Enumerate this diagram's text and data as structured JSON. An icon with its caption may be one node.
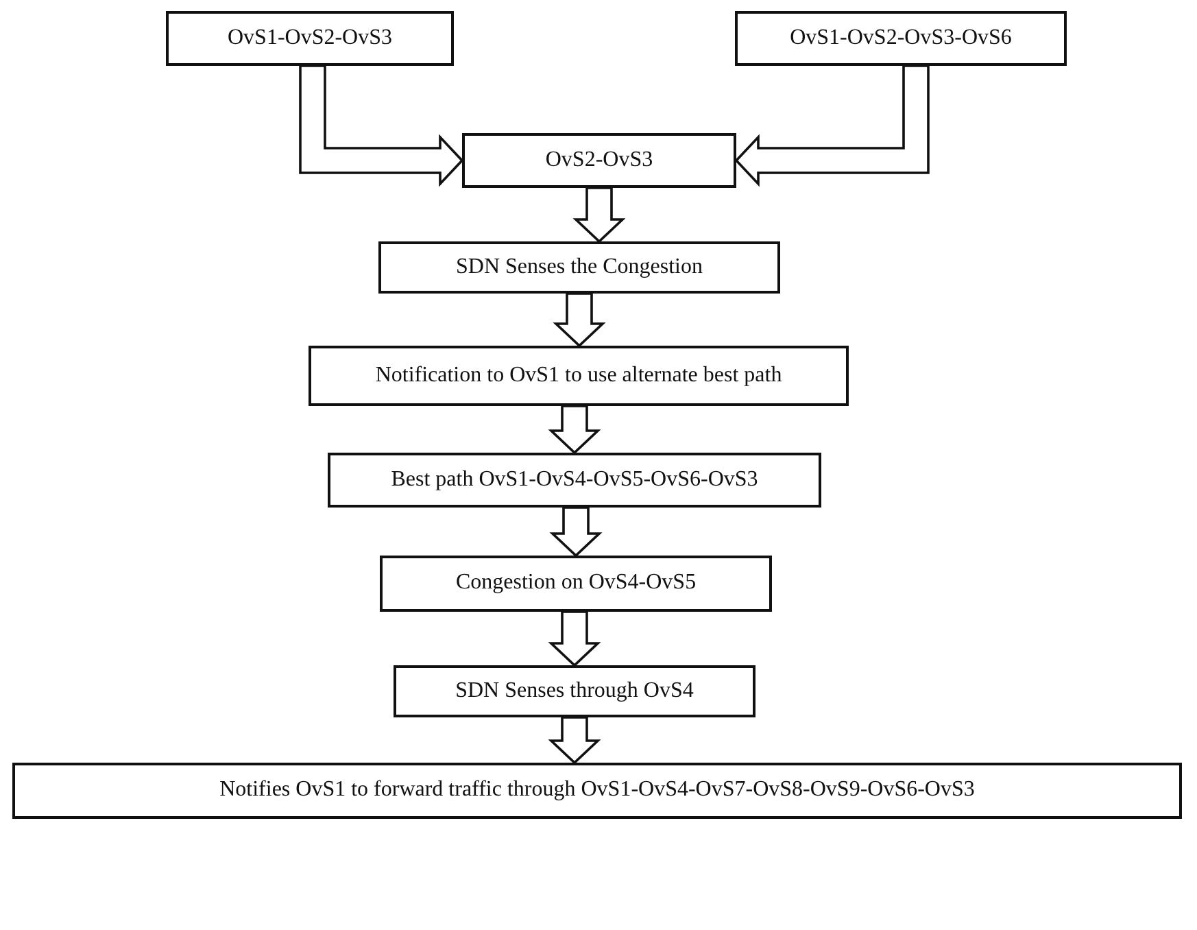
{
  "diagram": {
    "nodes": [
      {
        "text": [
          "OvS1-OvS2-OvS3"
        ]
      },
      {
        "text": [
          "OvS1-OvS2-OvS3-OvS6"
        ]
      },
      {
        "text": [
          "OvS2-OvS3"
        ]
      },
      {
        "text": [
          "SDN Senses the Congestion"
        ]
      },
      {
        "text": [
          "Notification to OvS1 to use alternate best path"
        ]
      },
      {
        "text": [
          "Best path OvS1-OvS4-OvS5-OvS6-OvS3"
        ]
      },
      {
        "text": [
          "Congestion on OvS4-OvS5"
        ]
      },
      {
        "text": [
          "SDN Senses through OvS4"
        ]
      },
      {
        "text": [
          "Notifies OvS1 to forward traffic through OvS1-OvS4-OvS7-OvS8-OvS9-OvS6-OvS3"
        ]
      }
    ],
    "edges": [
      {
        "from": 0,
        "to": 2,
        "arrow": "to"
      },
      {
        "from": 1,
        "to": 2,
        "arrow": "to"
      },
      {
        "from": 2,
        "to": 3,
        "arrow": "to"
      },
      {
        "from": 3,
        "to": 4,
        "arrow": "to"
      },
      {
        "from": 4,
        "to": 5,
        "arrow": "to"
      },
      {
        "from": 5,
        "to": 6,
        "arrow": "to"
      },
      {
        "from": 6,
        "to": 7,
        "arrow": "to"
      },
      {
        "from": 7,
        "to": 8,
        "arrow": "to"
      }
    ]
  }
}
